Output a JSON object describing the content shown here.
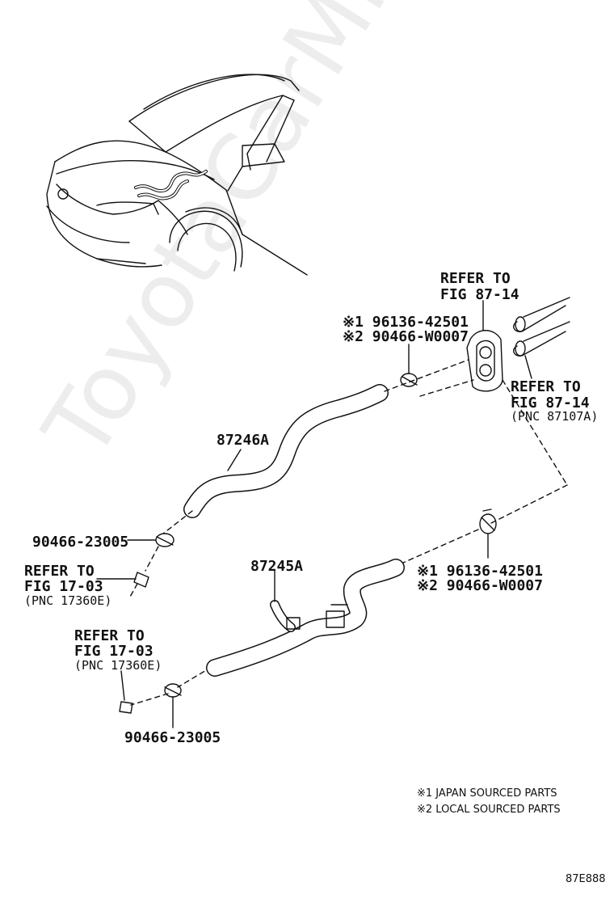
{
  "watermark": "ToyotaCarMine.ru",
  "diagram_code": "87E888",
  "labels": {
    "refer_fig_87_14_top_line1": "REFER TO",
    "refer_fig_87_14_top_line2": "FIG 87-14",
    "grommet_part1": "※1 96136-42501",
    "grommet_part2": "※2 90466-W0007",
    "refer_fig_87_14_right_line1": "REFER TO",
    "refer_fig_87_14_right_line2": "FIG 87-14",
    "refer_fig_87_14_right_pnc": "(PNC 87107A)",
    "hose_87246a": "87246A",
    "clamp_upper_left": "90466-23005",
    "refer_fig_17_03_upper_line1": "REFER TO",
    "refer_fig_17_03_upper_line2": "FIG 17-03",
    "refer_fig_17_03_upper_pnc": "(PNC 17360E)",
    "hose_87245a": "87245A",
    "clamp_right_part1": "※1 96136-42501",
    "clamp_right_part2": "※2 90466-W0007",
    "refer_fig_17_03_lower_line1": "REFER TO",
    "refer_fig_17_03_lower_line2": "FIG 17-03",
    "refer_fig_17_03_lower_pnc": "(PNC 17360E)",
    "clamp_lower_left": "90466-23005"
  },
  "notes": {
    "note1": "※1 JAPAN SOURCED PARTS",
    "note2": "※2 LOCAL SOURCED PARTS"
  }
}
